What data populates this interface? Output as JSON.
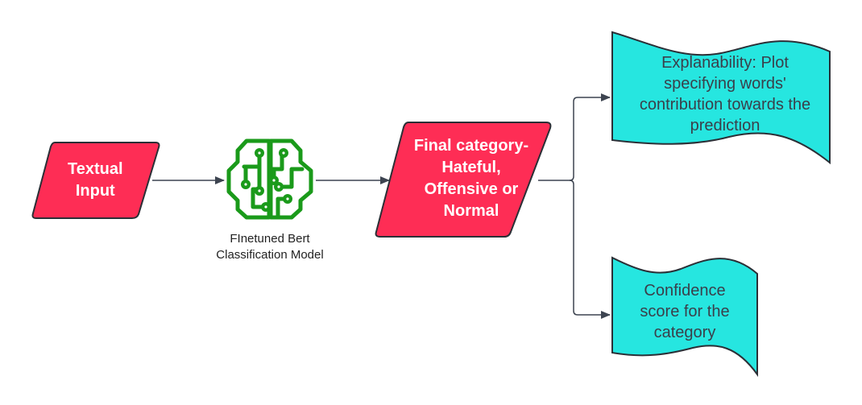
{
  "colors": {
    "input_fill": "#fe2d55",
    "output_fill": "#26e6e0",
    "model_icon": "#1a9a1a",
    "stroke": "#2b2f36",
    "connector": "#3d4450"
  },
  "nodes": {
    "textual_input": {
      "label": "Textual\nInput",
      "shape": "parallelogram"
    },
    "model": {
      "icon": "brain-circuit-icon",
      "caption": "FInetuned Bert\nClassification Model"
    },
    "final_category": {
      "label": "Final category-\nHateful,\nOffensive or\nNormal",
      "shape": "parallelogram"
    },
    "explainability": {
      "label": "Explanability: Plot\nspecifying words'\ncontribution towards the\nprediction",
      "shape": "document"
    },
    "confidence": {
      "label": "Confidence\nscore for the\ncategory",
      "shape": "document"
    }
  },
  "edges": [
    {
      "from": "textual_input",
      "to": "model"
    },
    {
      "from": "model",
      "to": "final_category"
    },
    {
      "from": "final_category",
      "to": "explainability"
    },
    {
      "from": "final_category",
      "to": "confidence"
    }
  ]
}
